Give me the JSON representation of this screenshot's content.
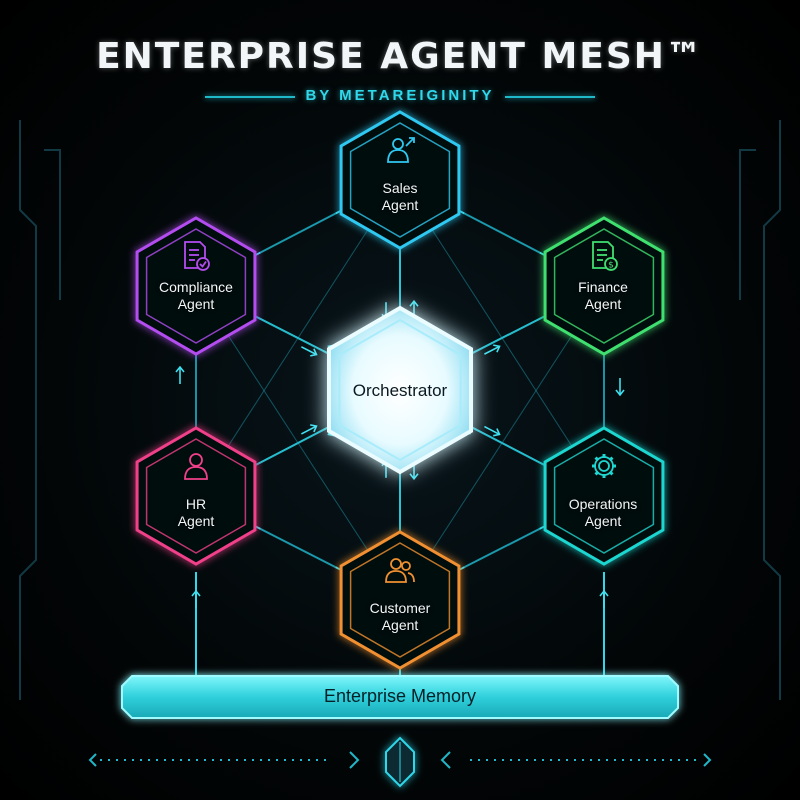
{
  "header": {
    "title": "ENTERPRISE AGENT MESH™",
    "subtitle": "BY METAREIGINITY"
  },
  "orchestrator": {
    "label": "Orchestrator"
  },
  "agents": [
    {
      "id": "sales",
      "line1": "Sales",
      "line2": "Agent",
      "color": "#2fc8f0",
      "icon": "user-arrow-icon"
    },
    {
      "id": "compliance",
      "line1": "Compliance",
      "line2": "Agent",
      "color": "#b34df0",
      "icon": "document-check-icon"
    },
    {
      "id": "finance",
      "line1": "Finance",
      "line2": "Agent",
      "color": "#40e070",
      "icon": "document-dollar-icon"
    },
    {
      "id": "hr",
      "line1": "HR",
      "line2": "Agent",
      "color": "#f0408a",
      "icon": "user-icon"
    },
    {
      "id": "operations",
      "line1": "Operations",
      "line2": "Agent",
      "color": "#1fd6d0",
      "icon": "gear-icon"
    },
    {
      "id": "customer",
      "line1": "Customer",
      "line2": "Agent",
      "color": "#f09030",
      "icon": "users-icon"
    }
  ],
  "memory": {
    "label": "Enterprise Memory",
    "color": "#22e0ec"
  },
  "colors": {
    "accent": "#2fd8ea",
    "background": "#000000"
  }
}
